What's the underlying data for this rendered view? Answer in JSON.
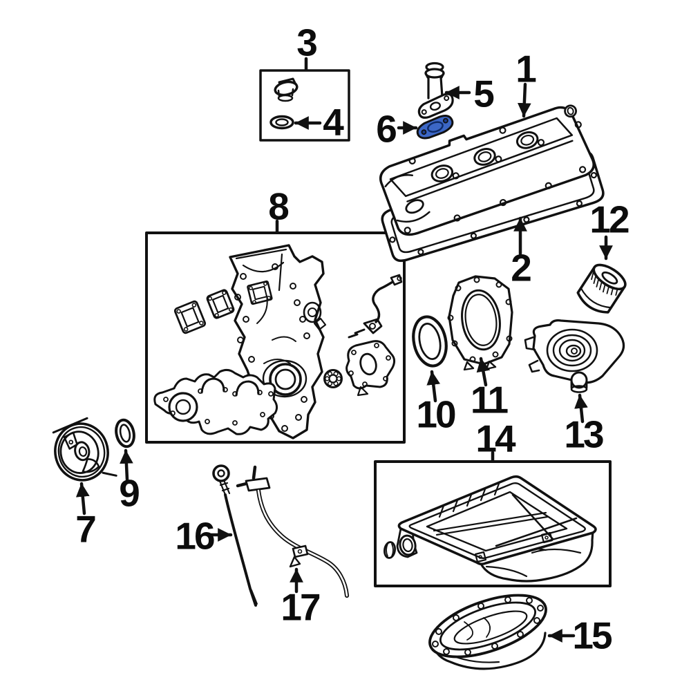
{
  "diagram": {
    "background": "#ffffff",
    "line_color": "#111111",
    "highlight_color": "#3c67c6",
    "highlight_dark": "#1d3d8f",
    "labels": [
      {
        "text": "1"
      },
      {
        "text": "2"
      },
      {
        "text": "3"
      },
      {
        "text": "4"
      },
      {
        "text": "5"
      },
      {
        "text": "6"
      },
      {
        "text": "7"
      },
      {
        "text": "8"
      },
      {
        "text": "9"
      },
      {
        "text": "10"
      },
      {
        "text": "11"
      },
      {
        "text": "12"
      },
      {
        "text": "13"
      },
      {
        "text": "14"
      },
      {
        "text": "15"
      },
      {
        "text": "16"
      },
      {
        "text": "17"
      }
    ]
  }
}
